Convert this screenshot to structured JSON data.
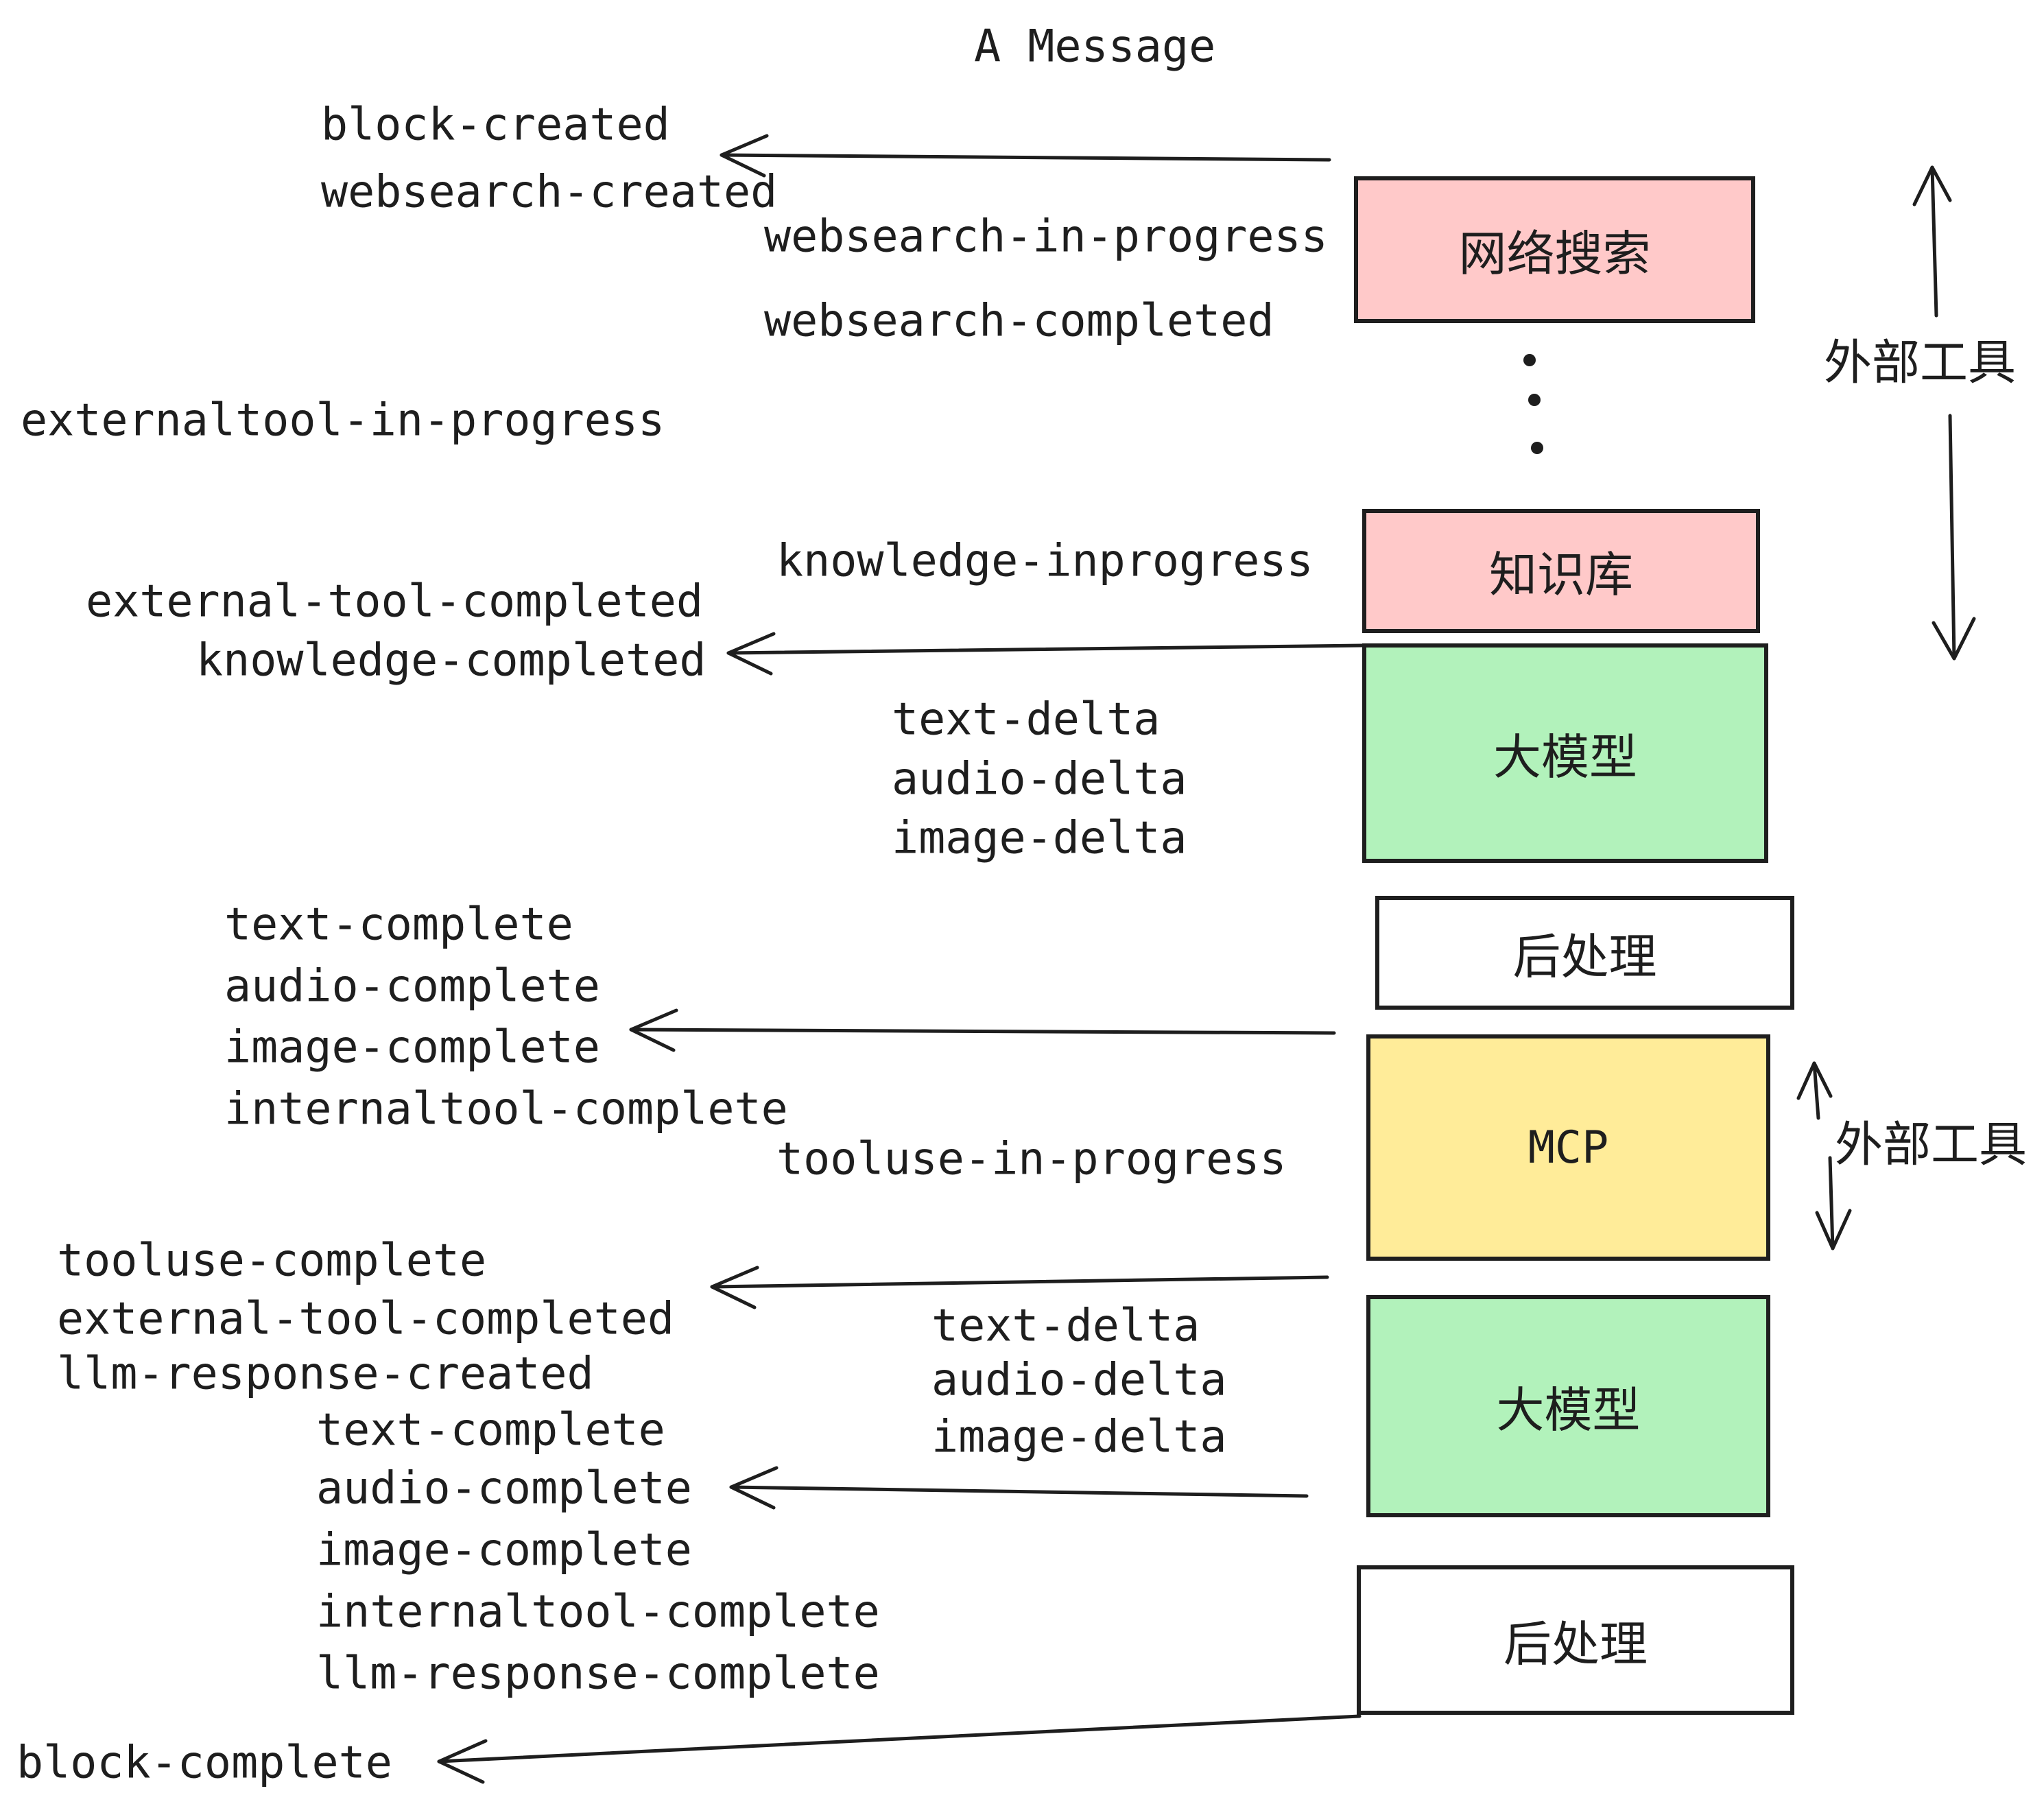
{
  "title": "A Message",
  "nodes": {
    "websearch": "网络搜索",
    "knowledge": "知识库",
    "llm1": "大模型",
    "post1": "后处理",
    "mcp": "MCP",
    "llm2": "大模型",
    "post2": "后处理"
  },
  "side_labels": {
    "external_tools_top": "外部工具",
    "external_tools_mid": "外部工具"
  },
  "events": {
    "block_created": "block-created",
    "websearch_created": "websearch-created",
    "websearch_in_progress": "websearch-in-progress",
    "websearch_completed": "websearch-completed",
    "externaltool_in_progress": "externaltool-in-progress",
    "knowledge_inprogress": "knowledge-inprogress",
    "external_tool_completed_1": "external-tool-completed",
    "knowledge_completed": "knowledge-completed",
    "text_delta_1": "text-delta",
    "audio_delta_1": "audio-delta",
    "image_delta_1": "image-delta",
    "text_complete_1": "text-complete",
    "audio_complete_1": "audio-complete",
    "image_complete_1": "image-complete",
    "internaltool_complete_1": "internaltool-complete",
    "tooluse_in_progress": "tooluse-in-progress",
    "tooluse_complete": "tooluse-complete",
    "external_tool_completed_2": "external-tool-completed",
    "llm_response_created": "llm-response-created",
    "text_complete_2": "text-complete",
    "audio_complete_2": "audio-complete",
    "image_complete_2": "image-complete",
    "internaltool_complete_2": "internaltool-complete",
    "llm_response_complete": "llm-response-complete",
    "text_delta_2": "text-delta",
    "audio_delta_2": "audio-delta",
    "image_delta_2": "image-delta",
    "block_complete": "block-complete"
  },
  "palette": {
    "pink": "#ffc9c9",
    "green": "#b2f2bb",
    "yellow": "#ffec99",
    "white": "#ffffff",
    "ink": "#1e1e1e",
    "background": "#ffffff"
  }
}
